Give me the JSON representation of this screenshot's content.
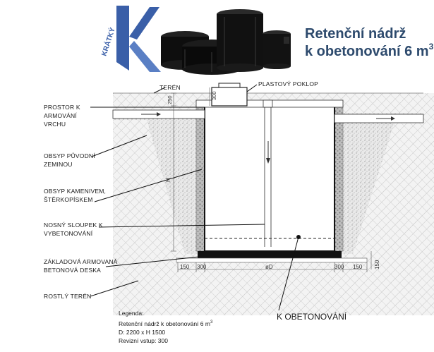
{
  "brand": {
    "logo_text": "KRÁTKÝ"
  },
  "title": {
    "line1": "Retenční nádrž",
    "line2_main": "k obetonování 6 m",
    "line2_sup": "3"
  },
  "labels": {
    "teren": "TERÉN",
    "plastovy_poklop": "PLASTOVÝ POKLOP",
    "prostor_1": "PROSTOR K",
    "prostor_2": "ARMOVÁNÍ",
    "prostor_3": "VRCHU",
    "obsyp_puv_1": "OBSYP PŮVODNÍ",
    "obsyp_puv_2": "ZEMINOU",
    "obsyp_kam_1": "OBSYP KAMENIVEM,",
    "obsyp_kam_2": "ŠTĚRKOPÍSKEM",
    "sloupek_1": "NOSNÝ SLOUPEK K",
    "sloupek_2": "VYBETONOVÁNÍ",
    "deska_1": "ZÁKLADOVÁ ARMOVANÁ",
    "deska_2": "BETONOVÁ DESKA",
    "rostly": "ROSTLÝ TERÉN",
    "k_obetonovani": "K OBETONOVÁNÍ"
  },
  "dimensions": {
    "d250": "250",
    "d300_top": "300",
    "h": "H",
    "d150_left": "150",
    "d300_left": "300",
    "od": "øD",
    "d300_right": "300",
    "d150_right": "150",
    "d150_vert": "150"
  },
  "legend": {
    "heading": "Legenda:",
    "line1_main": "Retenční nádrž k obetonování 6 m",
    "line1_sup": "3",
    "line2": "D: 2200 x H 1500",
    "line3": "Revizní vstup: 300"
  },
  "colors": {
    "title": "#2d4a6d",
    "logo_blue": "#3a5fa8",
    "tank_black": "#111111",
    "gravel": "#bdbdbd"
  }
}
